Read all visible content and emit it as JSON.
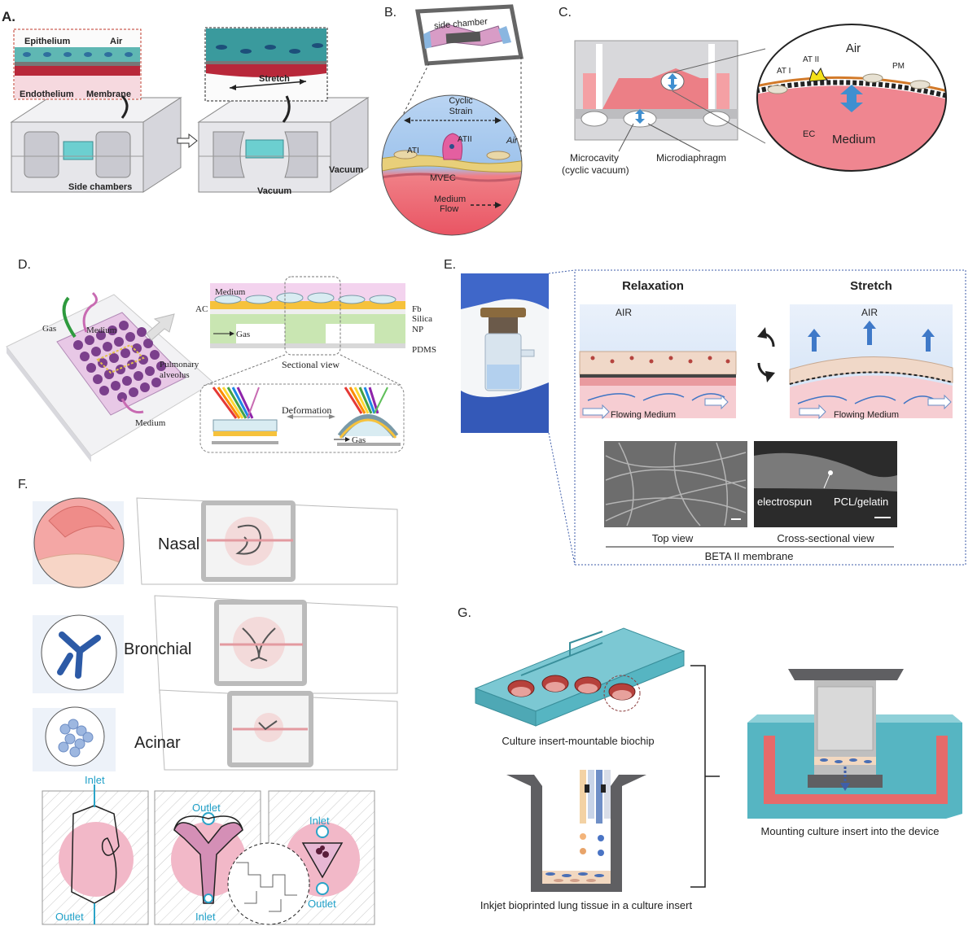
{
  "panels": {
    "a": {
      "letter": "A.",
      "epithelium": "Epithelium",
      "air": "Air",
      "endothelium": "Endothelium",
      "membrane": "Membrane",
      "stretch": "Stretch",
      "side_chambers": "Side chambers",
      "vacuum_left": "Vacuum",
      "vacuum_right": "Vacuum"
    },
    "b": {
      "letter": "B.",
      "side_chamber": "side chamber",
      "cyclic": "Cyclic",
      "strain": "Strain",
      "air": "Air",
      "ati": "ATI",
      "atii": "ATII",
      "mvec": "MVEC",
      "medium": "Medium",
      "flow": "Flow"
    },
    "c": {
      "letter": "C.",
      "air": "Air",
      "at2": "AT II",
      "at1": "AT I",
      "pm": "PM",
      "ec": "EC",
      "medium": "Medium",
      "microcavity": "Microcavity",
      "cyclic_vacuum": "(cyclic vacuum)",
      "microdiaphragm": "Microdiaphragm"
    },
    "d": {
      "letter": "D.",
      "medium_top": "Medium",
      "ac": "AC",
      "fb": "Fb",
      "silica": "Silica",
      "np": "NP",
      "gas_arrow": "Gas",
      "pdms": "PDMS",
      "sectional_view": "Sectional view",
      "gas_tube": "Gas",
      "medium_tube": "Medium",
      "pulmonary": "Pulmonary",
      "alveolus": "alveolus",
      "medium_bottom": "Medium",
      "deformation": "Deformation",
      "gas_bottom": "Gas"
    },
    "e": {
      "letter": "E.",
      "relaxation": "Relaxation",
      "stretch": "Stretch",
      "air_left": "AIR",
      "air_right": "AIR",
      "flowing_left": "Flowing Medium",
      "flowing_right": "Flowing Medium",
      "electrospun": "electrospun",
      "pcl": "PCL/gelatin",
      "top_view": "Top view",
      "cross_view": "Cross-sectional view",
      "membrane": "BETA II membrane"
    },
    "f": {
      "letter": "F.",
      "nasal": "Nasal",
      "bronchial": "Bronchial",
      "acinar": "Acinar",
      "inlet_1": "Inlet",
      "outlet_1": "Outlet",
      "outlet_2": "Outlet",
      "inlet_2": "Inlet",
      "inlet_3": "Inlet",
      "outlet_3": "Outlet"
    },
    "g": {
      "letter": "G.",
      "biochip": "Culture insert-mountable biochip",
      "bioprinted": "Inkjet bioprinted lung tissue in a culture insert",
      "mounting": "Mounting culture insert into the device"
    }
  },
  "colors": {
    "cell_teal": "#5fb7b3",
    "membrane_red": "#b8283a",
    "chip_grey": "#e9e9ec",
    "pink_medium": "#f07f86",
    "air_blue": "#a9c9ee",
    "lilac": "#e8c8e6",
    "alveoli_purple": "#7b3f8c",
    "biochip_teal": "#56b5c2",
    "insert_grey": "#5f5f62"
  }
}
